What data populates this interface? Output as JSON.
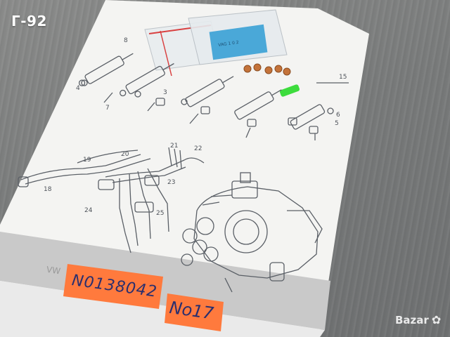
{
  "image": {
    "corner_label": "Г-92",
    "diagram_numbers": [
      "19",
      "20",
      "21",
      "22",
      "18",
      "23",
      "24",
      "25",
      "4",
      "5",
      "6",
      "7",
      "8",
      "3",
      "15"
    ],
    "sticker_code": "N0138042",
    "sticker_number": "No17",
    "vw_mark": "VW",
    "watermark_text": "Bazar",
    "colors": {
      "background": "#7d7f80",
      "paper": "#f4f4f2",
      "ink": "#5a5f66",
      "band": "#c9c9c9",
      "sticker": "#ff7a3d",
      "bag_blue": "#4aa8d8",
      "washer_copper": "#c4733a",
      "green_part": "#3ddc3d"
    }
  }
}
